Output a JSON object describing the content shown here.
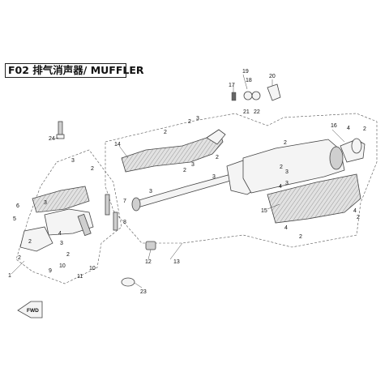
{
  "title": "F02 排气消声器/ MUFFLER",
  "fwd_label": "FWD",
  "callouts": [
    {
      "id": "c1",
      "text": "1"
    },
    {
      "id": "c2a",
      "text": "2"
    },
    {
      "id": "c2b",
      "text": "2"
    },
    {
      "id": "c2c",
      "text": "2"
    },
    {
      "id": "c2d",
      "text": "2"
    },
    {
      "id": "c2e",
      "text": "2"
    },
    {
      "id": "c2f",
      "text": "2"
    },
    {
      "id": "c2g",
      "text": "2"
    },
    {
      "id": "c2h",
      "text": "2"
    },
    {
      "id": "c2i",
      "text": "2"
    },
    {
      "id": "c2j",
      "text": "2"
    },
    {
      "id": "c2k",
      "text": "2"
    },
    {
      "id": "c2l",
      "text": "2"
    },
    {
      "id": "c2m",
      "text": "2"
    },
    {
      "id": "c3a",
      "text": "3"
    },
    {
      "id": "c3b",
      "text": "3"
    },
    {
      "id": "c3c",
      "text": "3"
    },
    {
      "id": "c3d",
      "text": "3"
    },
    {
      "id": "c3e",
      "text": "3"
    },
    {
      "id": "c3f",
      "text": "3"
    },
    {
      "id": "c3g",
      "text": "3"
    },
    {
      "id": "c3h",
      "text": "3"
    },
    {
      "id": "c3i",
      "text": "3"
    },
    {
      "id": "c4a",
      "text": "4"
    },
    {
      "id": "c4b",
      "text": "4"
    },
    {
      "id": "c4c",
      "text": "4"
    },
    {
      "id": "c4d",
      "text": "4"
    },
    {
      "id": "c4e",
      "text": "4"
    },
    {
      "id": "c5",
      "text": "5"
    },
    {
      "id": "c6",
      "text": "6"
    },
    {
      "id": "c7",
      "text": "7"
    },
    {
      "id": "c8",
      "text": "8"
    },
    {
      "id": "c9",
      "text": "9"
    },
    {
      "id": "c10a",
      "text": "10"
    },
    {
      "id": "c10b",
      "text": "10"
    },
    {
      "id": "c11",
      "text": "11"
    },
    {
      "id": "c12",
      "text": "12"
    },
    {
      "id": "c13",
      "text": "13"
    },
    {
      "id": "c14",
      "text": "14"
    },
    {
      "id": "c15",
      "text": "15"
    },
    {
      "id": "c16",
      "text": "16"
    },
    {
      "id": "c17",
      "text": "17"
    },
    {
      "id": "c18",
      "text": "18"
    },
    {
      "id": "c19",
      "text": "19"
    },
    {
      "id": "c20",
      "text": "20"
    },
    {
      "id": "c21",
      "text": "21"
    },
    {
      "id": "c22",
      "text": "22"
    },
    {
      "id": "c23",
      "text": "23"
    },
    {
      "id": "c24",
      "text": "24"
    }
  ]
}
